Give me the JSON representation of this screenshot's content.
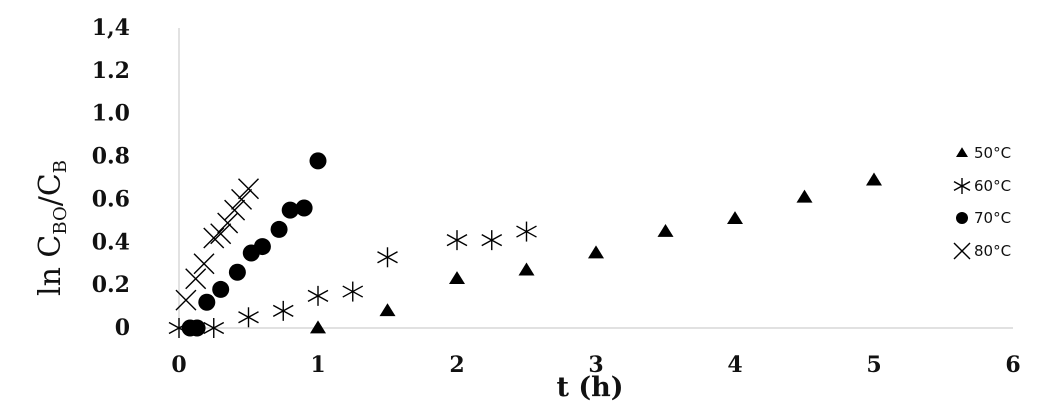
{
  "chart_data": {
    "type": "scatter",
    "xlabel": "t (h)",
    "ylabel": {
      "prefix": "ln C",
      "sub1": "BO",
      "mid": "/C",
      "sub2": "B"
    },
    "xlim": [
      0,
      6
    ],
    "ylim": [
      0,
      1.4
    ],
    "x_ticks": [
      0,
      1,
      2,
      3,
      4,
      5,
      6
    ],
    "x_tick_labels": [
      "0",
      "1",
      "2",
      "3",
      "4",
      "5",
      "6"
    ],
    "y_ticks": [
      0,
      0.2,
      0.4,
      0.6,
      0.8,
      1.0,
      1.2,
      1.4
    ],
    "y_tick_labels": [
      "0",
      "0.2",
      "0.4",
      "0.6",
      "0.8",
      "1.0",
      "1.2",
      "1,4"
    ],
    "grid": false,
    "legend_position": "right",
    "series": [
      {
        "name": "50°C",
        "marker": "triangle",
        "x": [
          1.0,
          1.5,
          2.0,
          2.5,
          3.0,
          3.5,
          4.0,
          4.5,
          5.0
        ],
        "y": [
          0.0,
          0.08,
          0.23,
          0.27,
          0.35,
          0.45,
          0.51,
          0.61,
          0.69
        ]
      },
      {
        "name": "60°C",
        "marker": "asterisk",
        "x": [
          0.0,
          0.25,
          0.5,
          0.75,
          1.0,
          1.25,
          1.5,
          2.0,
          2.25,
          2.5
        ],
        "y": [
          0.0,
          0.0,
          0.05,
          0.08,
          0.15,
          0.17,
          0.33,
          0.41,
          0.41,
          0.45
        ]
      },
      {
        "name": "70°C",
        "marker": "circle",
        "x": [
          0.08,
          0.13,
          0.2,
          0.3,
          0.42,
          0.52,
          0.6,
          0.72,
          0.8,
          0.9,
          1.0
        ],
        "y": [
          0.0,
          0.0,
          0.12,
          0.18,
          0.26,
          0.35,
          0.38,
          0.46,
          0.55,
          0.56,
          0.78
        ]
      },
      {
        "name": "80°C",
        "marker": "cross",
        "x": [
          0.05,
          0.12,
          0.18,
          0.25,
          0.3,
          0.35,
          0.4,
          0.45,
          0.5
        ],
        "y": [
          0.13,
          0.23,
          0.3,
          0.42,
          0.44,
          0.49,
          0.55,
          0.6,
          0.65
        ]
      }
    ]
  }
}
